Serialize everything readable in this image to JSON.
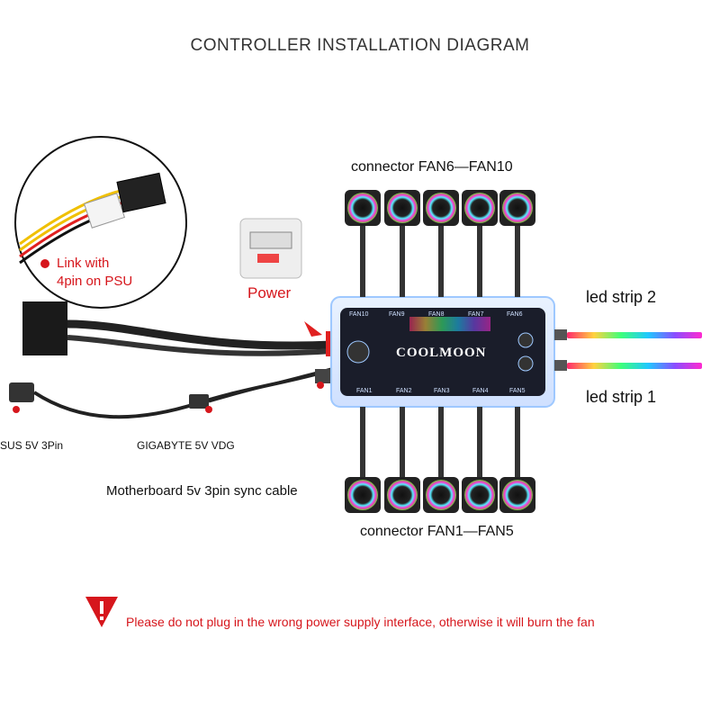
{
  "title": "CONTROLLER INSTALLATION DIAGRAM",
  "labels": {
    "connector_top": "connector  FAN6—FAN10",
    "connector_bottom": "connector  FAN1—FAN5",
    "led_strip_2": "led strip 2",
    "led_strip_1": "led strip 1",
    "power": "Power",
    "psu_link_line1": "Link with",
    "psu_link_line2": "4pin on PSU",
    "asus": "SUS 5V 3Pin",
    "gigabyte": "GIGABYTE 5V  VDG",
    "sync_cable": "Motherboard 5v 3pin sync cable"
  },
  "controller": {
    "brand": "COOLMOON",
    "top_ports": [
      "FAN10",
      "FAN9",
      "FAN8",
      "FAN7",
      "FAN6"
    ],
    "bottom_ports": [
      "FAN1",
      "FAN2",
      "FAN3",
      "FAN4",
      "FAN5"
    ]
  },
  "warning": {
    "icon": "warning-triangle-icon",
    "text": "Please do not plug in the wrong power supply interface, otherwise it will burn the fan"
  },
  "colors": {
    "accent_red": "#d6161c",
    "controller_body": "#1a1d2a",
    "controller_glow": "#9ec8ff"
  }
}
